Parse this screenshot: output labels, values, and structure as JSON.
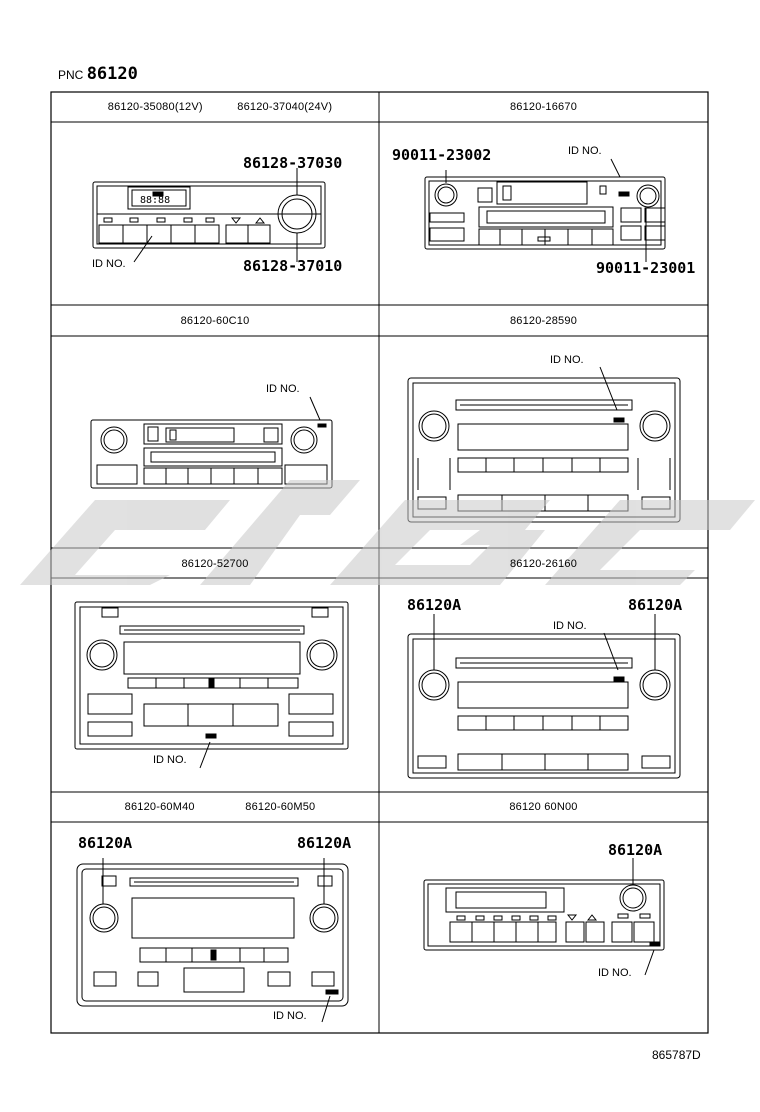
{
  "pnc": {
    "prefix": "PNC",
    "number": "86120"
  },
  "cells": [
    {
      "header_left": "86120-35080(12V)",
      "header_right": "86120-37040(24V)",
      "labels": [
        "86128-37030",
        "86128-37010"
      ],
      "id_label": "ID NO."
    },
    {
      "header": "86120-16670",
      "labels": [
        "90011-23002",
        "90011-23001"
      ],
      "id_label": "ID NO."
    },
    {
      "header": "86120-60C10",
      "id_label": "ID NO."
    },
    {
      "header": "86120-28590",
      "id_label": "ID NO."
    },
    {
      "header": "86120-52700",
      "id_label": "ID NO."
    },
    {
      "header": "86120-26160",
      "labels": [
        "86120A",
        "86120A"
      ],
      "id_label": "ID NO."
    },
    {
      "header_left": "86120-60M40",
      "header_right": "86120-60M50",
      "labels": [
        "86120A",
        "86120A"
      ],
      "id_label": "ID NO."
    },
    {
      "header": "86120  60N00",
      "labels": [
        "86120A"
      ],
      "id_label": "ID NO."
    }
  ],
  "display_text": "88:88",
  "doc_id": "865787D",
  "watermark_color": "#c8c8c8"
}
